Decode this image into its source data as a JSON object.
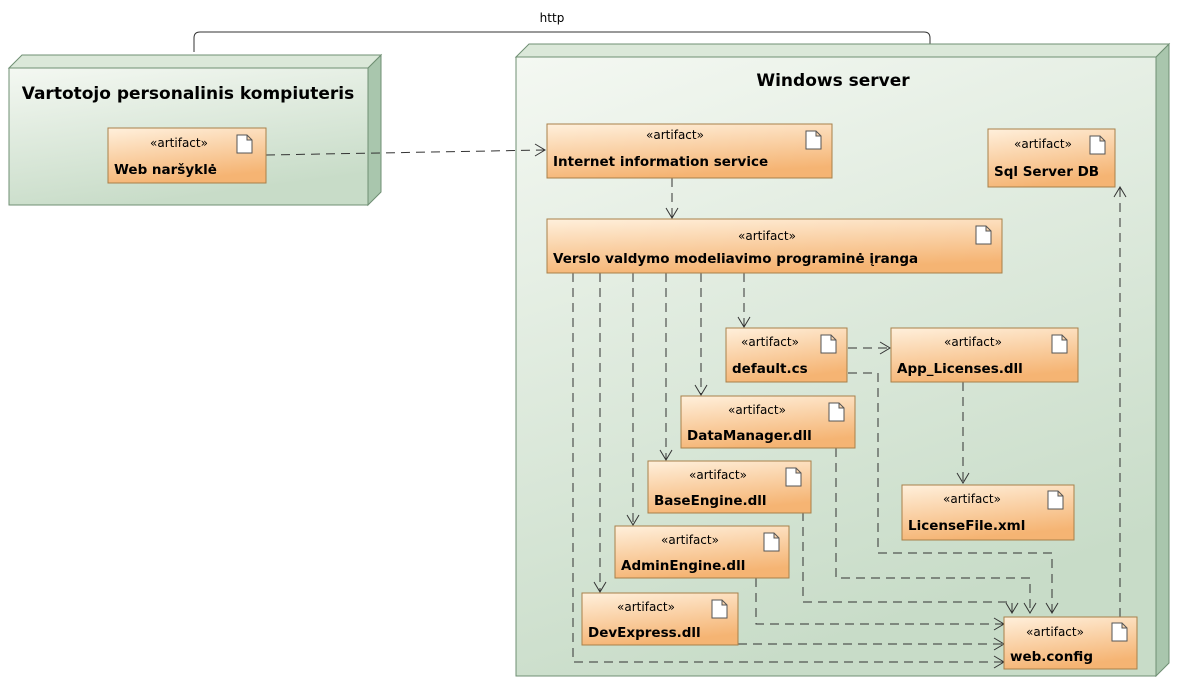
{
  "connection": {
    "label": "http"
  },
  "nodes": {
    "client": {
      "title": "Vartotojo personalinis kompiuteris"
    },
    "server": {
      "title": "Windows server"
    }
  },
  "stereotype": "«artifact»",
  "artifacts": {
    "browser": "Web naršyklė",
    "iis": "Internet information service",
    "sql": "Sql Server DB",
    "app": "Verslo valdymo modeliavimo programinė įranga",
    "default": "default.cs",
    "licenses": "App_Licenses.dll",
    "datamanager": "DataManager.dll",
    "baseengine": "BaseEngine.dll",
    "licensefile": "LicenseFile.xml",
    "adminengine": "AdminEngine.dll",
    "devexpress": "DevExpress.dll",
    "webconfig": "web.config"
  },
  "colors": {
    "node_front_top": "#f4f8f2",
    "node_front_bottom": "#c8dcc8",
    "node_side": "#a9c6ad",
    "node_border": "#6f8f73",
    "artifact_top": "#ffe7c9",
    "artifact_bottom": "#f7b978",
    "artifact_border": "#a8804a"
  }
}
